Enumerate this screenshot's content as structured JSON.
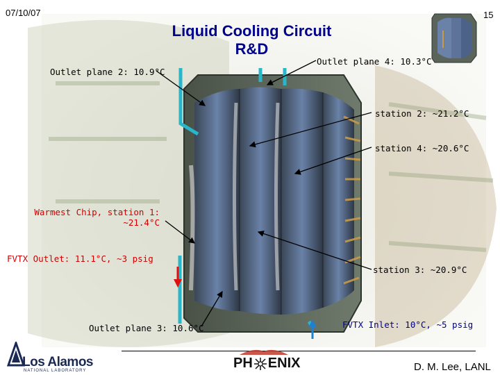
{
  "header": {
    "date": "07/10/07",
    "page": "15"
  },
  "title": {
    "line1": "Liquid Cooling Circuit",
    "line2": "R&D"
  },
  "labels": {
    "outlet_plane_2": "Outlet plane 2: 10.9°C",
    "outlet_plane_4": "Outlet plane 4: 10.3°C",
    "station_2": "station 2: ~21.2°C",
    "station_4": "station 4: ~20.6°C",
    "warmest_line1": "Warmest Chip, station 1:",
    "warmest_line2": "~21.4°C",
    "fvtx_outlet": "FVTX Outlet: 11.1°C, ~3 psig",
    "station_3": "station 3: ~20.9°C",
    "outlet_plane_3": "Outlet plane 3: 10.6°C",
    "fvtx_inlet": "FVTX Inlet: 10°C, ~5 psig"
  },
  "footer": {
    "lab_name": "Los Alamos",
    "lab_sub": "NATIONAL LABORATORY",
    "experiment_pre": "PH",
    "experiment_post": "ENIX",
    "author": "D. M. Lee, LANL"
  },
  "colors": {
    "title": "#00008b",
    "warm_label": "#d00000",
    "inlet_label": "#00008b",
    "pipe": "#29b6c9",
    "arrow_red": "#e01010",
    "arrow_blue": "#1f7fd0"
  }
}
